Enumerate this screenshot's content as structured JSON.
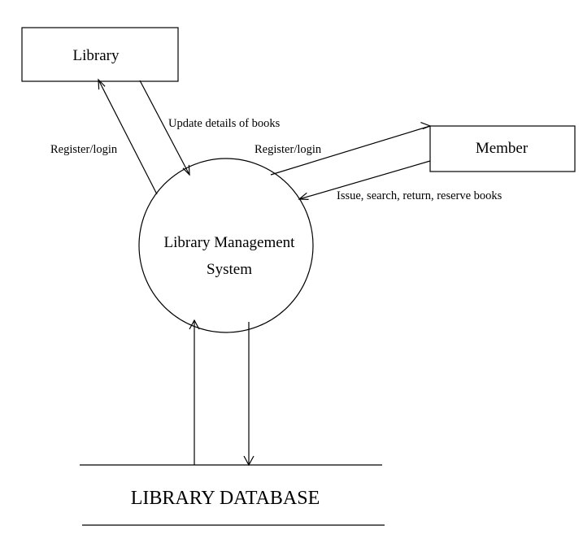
{
  "entities": {
    "library": "Library",
    "member": "Member"
  },
  "process": {
    "line1": "Library Management",
    "line2": "System"
  },
  "flows": {
    "library_register": "Register/login",
    "library_update": "Update details of books",
    "member_register": "Register/login",
    "member_actions": "Issue, search, return, reserve books"
  },
  "datastore": {
    "label": "LIBRARY DATABASE"
  }
}
